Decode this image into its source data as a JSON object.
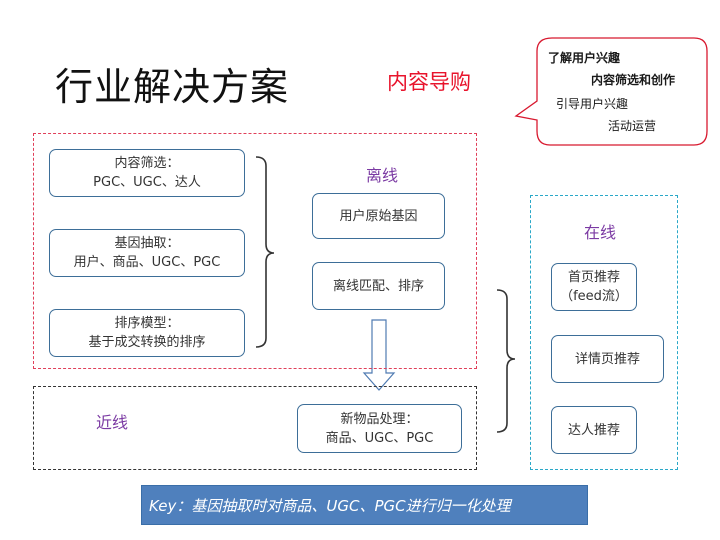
{
  "title": "行业解决方案",
  "subtitle": "内容导购",
  "callout": {
    "lines": [
      "了解用户兴趣",
      "内容筛选和创作",
      "引导用户兴趣",
      "活动运营"
    ]
  },
  "offline": {
    "label": "离线",
    "left_boxes": [
      {
        "line1": "内容筛选：",
        "line2": "PGC、UGC、达人"
      },
      {
        "line1": "基因抽取：",
        "line2": "用户、商品、UGC、PGC"
      },
      {
        "line1": "排序模型：",
        "line2": "基于成交转换的排序"
      }
    ],
    "right_boxes": [
      "用户原始基因",
      "离线匹配、排序"
    ]
  },
  "nearline": {
    "label": "近线",
    "box": {
      "line1": "新物品处理：",
      "line2": "商品、UGC、PGC"
    }
  },
  "online": {
    "label": "在线",
    "boxes": [
      {
        "line1": "首页推荐",
        "line2": "（feed流）"
      },
      {
        "line1": "详情页推荐",
        "line2": ""
      },
      {
        "line1": "达人推荐",
        "line2": ""
      }
    ]
  },
  "key": "Key：基因抽取时对商品、UGC、PGC进行归一化处理",
  "colors": {
    "offline_border": "#e0405a",
    "nearline_border": "#333333",
    "online_border": "#2aa8c8",
    "box_border": "#3d6e98",
    "subtitle": "#e8142c",
    "label_purple": "#7b3aa3",
    "key_bg": "#4f80bd"
  }
}
